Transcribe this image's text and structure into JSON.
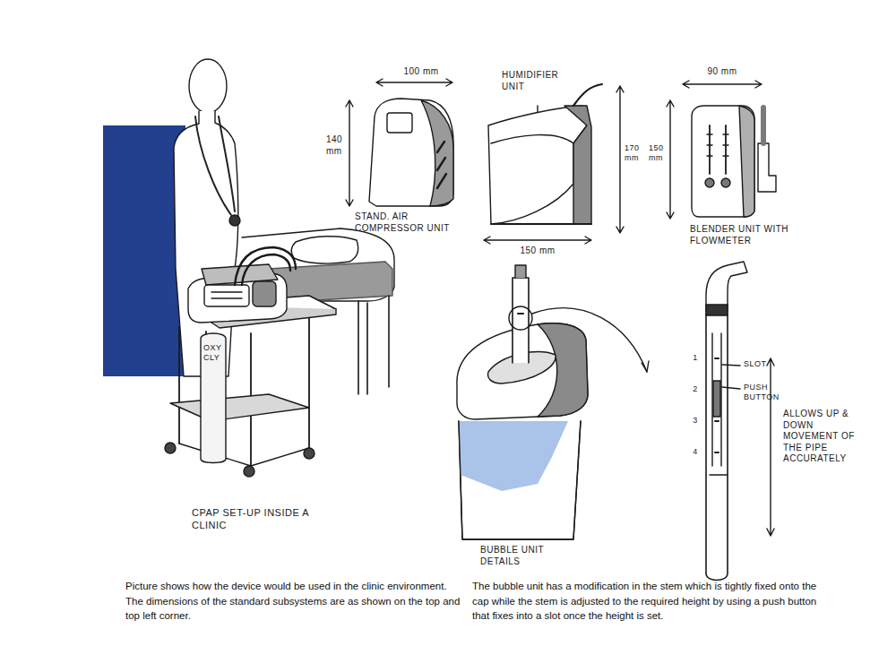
{
  "diagram": {
    "labels": [
      "100 mm",
      "140 mm",
      "STAND. AIR COMPRESSOR UNIT",
      "HUMIDIFIER UNIT",
      "170 mm",
      "150 mm",
      "90 mm",
      "150 mm",
      "BLENDER UNIT WITH FLOWMETER",
      "OXY CLY",
      "CPAP SET-UP INSIDE A CLINIC",
      "BUBBLE UNIT DETAILS",
      "1",
      "2",
      "3",
      "4",
      "SLOT",
      "PUSH BUTTON",
      "ALLOWS UP & DOWN MOVEMENT OF THE PIPE ACCURATELY",
      "Picture shows how the device would be used in the clinic environment. The dimensions of the standard subsystems are as shown on the top and top left corner.",
      "The bubble unit has a modification in the stem which is tightly fixed onto the cap while the stem is adjusted to the required height by using a push button that fixes into a slot once the height is set."
    ]
  }
}
